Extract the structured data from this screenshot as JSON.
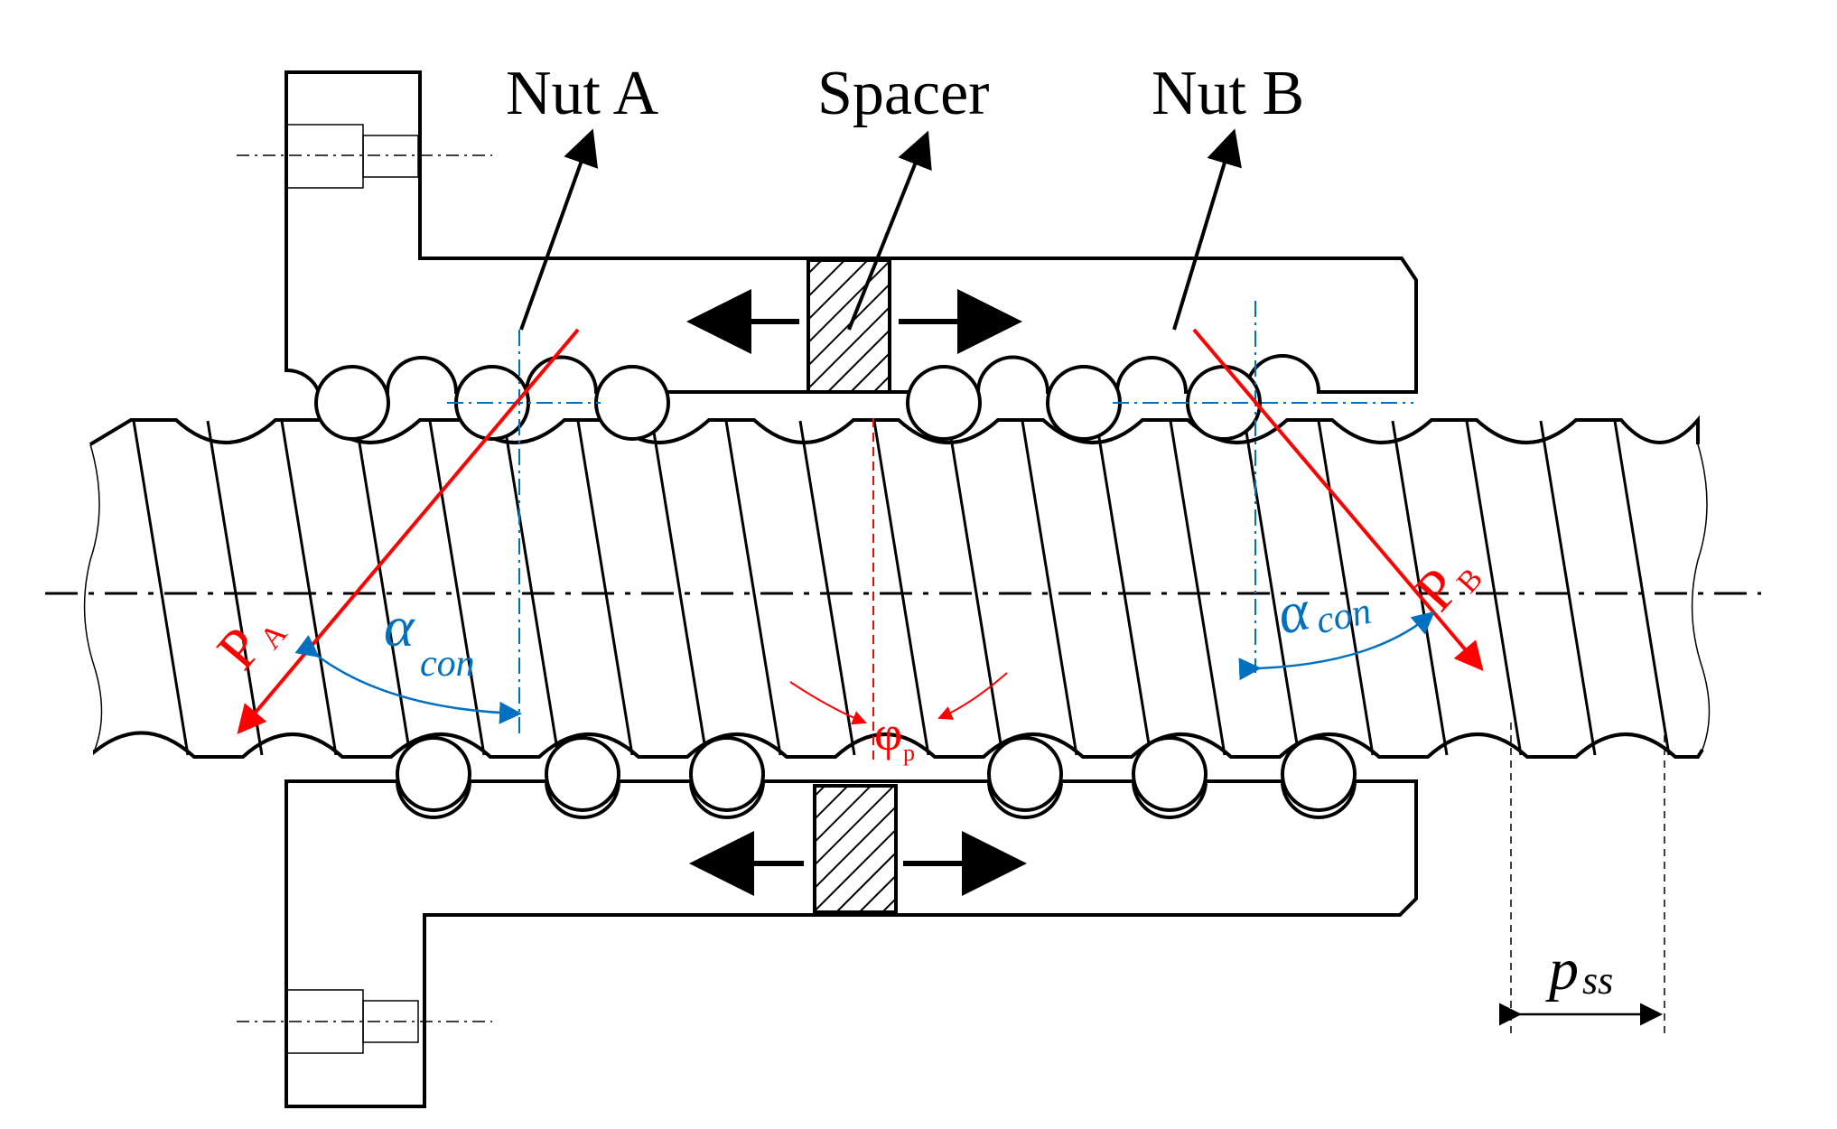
{
  "labels": {
    "nut_a": "Nut A",
    "spacer": "Spacer",
    "nut_b": "Nut B",
    "force_a_main": "P",
    "force_a_sub": "A",
    "force_b_main": "P",
    "force_b_sub": "B",
    "contact_angle_main": "α",
    "contact_angle_sub": "con",
    "phase_main": "φ",
    "phase_sub": "p",
    "pitch_main": "p",
    "pitch_sub": "ss"
  },
  "colors": {
    "outline": "#000000",
    "force": "#ff0000",
    "angle": "#0070c0",
    "hatch": "#000000",
    "background": "#ffffff"
  }
}
